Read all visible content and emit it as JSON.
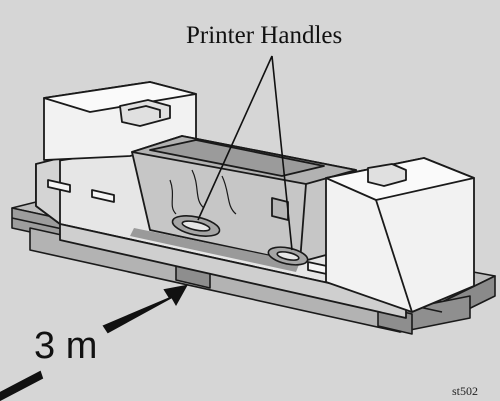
{
  "callout": {
    "text": "Printer Handles"
  },
  "distance": {
    "text": "3 m"
  },
  "figure": {
    "id": "st502"
  },
  "colors": {
    "background": "#d6d6d6",
    "box": "#f2f2f2",
    "printer": "#c9c9c9",
    "shadow": "#a9a9a9",
    "ink": "#1a1a1a"
  }
}
